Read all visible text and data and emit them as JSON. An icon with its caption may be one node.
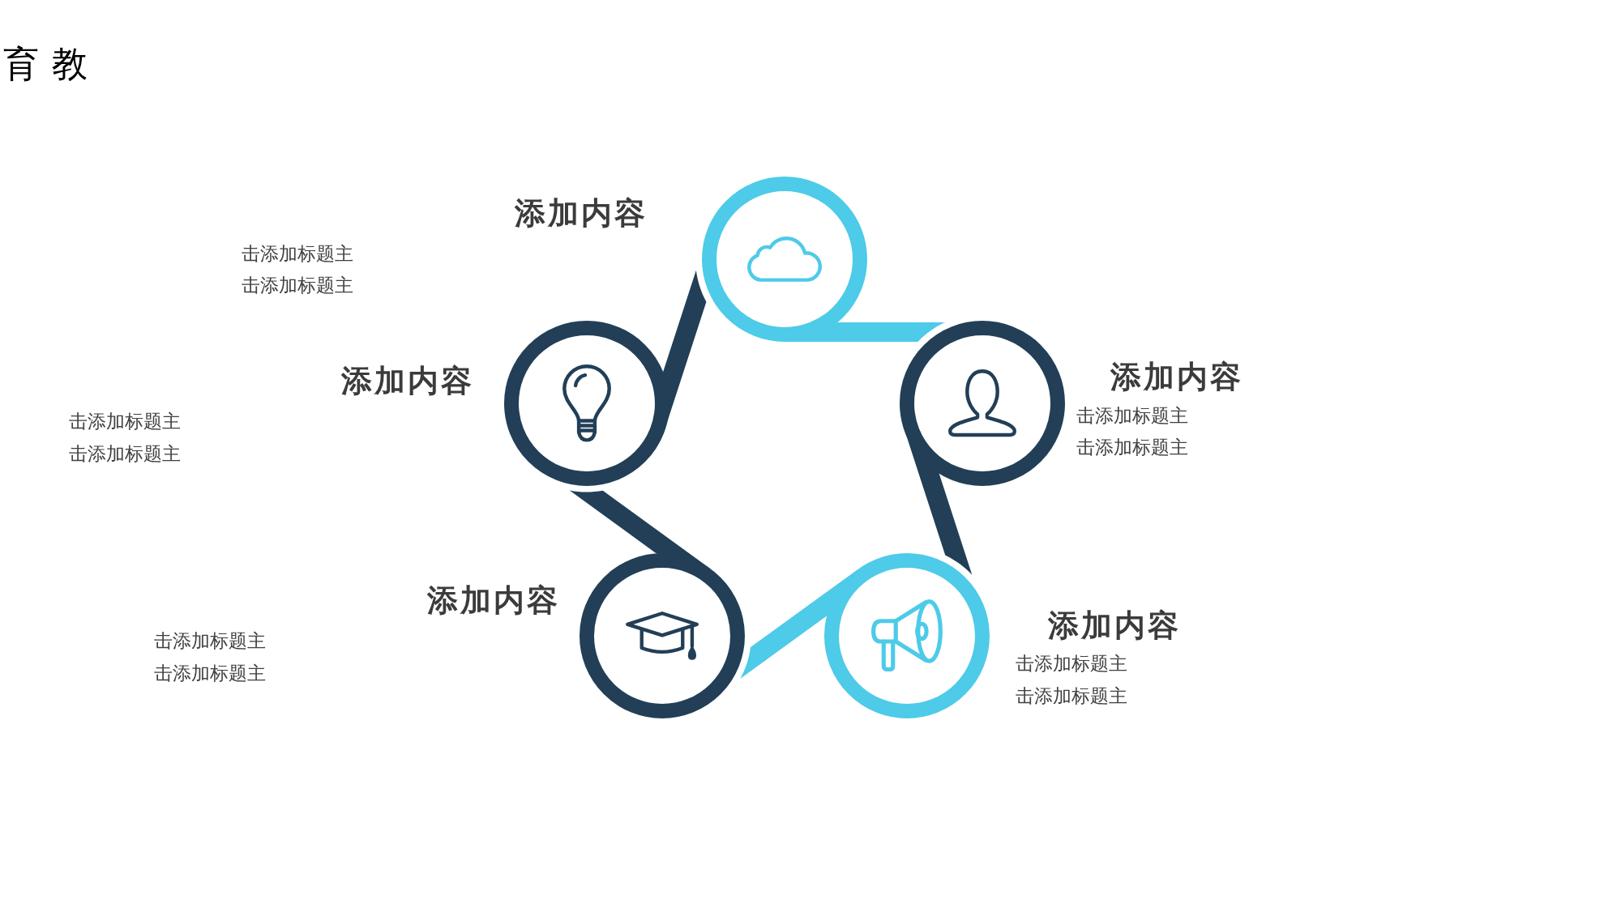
{
  "diagram": {
    "title": "育 教",
    "nodes": [
      {
        "text": [],
        "shape": "circle",
        "beside": [
          "添加内容",
          "击添加标题主",
          "击添加标题主"
        ]
      },
      {
        "text": [],
        "shape": "circle",
        "beside": [
          "添加内容",
          "击添加标题主",
          "击添加标题主"
        ]
      },
      {
        "text": [],
        "shape": "circle",
        "beside": [
          "添加内容",
          "击添加标题主",
          "击添加标题主"
        ]
      },
      {
        "text": [],
        "shape": "circle",
        "beside": [
          "添加内容",
          "击添加标题主",
          "击添加标题主"
        ]
      },
      {
        "text": [],
        "shape": "circle",
        "beside": [
          "添加内容",
          "击添加标题主",
          "击添加标题主"
        ]
      }
    ],
    "edges": [
      {
        "from": 0,
        "to": 2,
        "arrow": "none",
        "color": "#4dcbe8"
      },
      {
        "from": 2,
        "to": 4,
        "arrow": "none"
      },
      {
        "from": 4,
        "to": 3,
        "arrow": "none",
        "color": "#4dcbe8"
      },
      {
        "from": 3,
        "to": 1,
        "arrow": "none"
      },
      {
        "from": 1,
        "to": 0,
        "arrow": "none"
      }
    ]
  }
}
